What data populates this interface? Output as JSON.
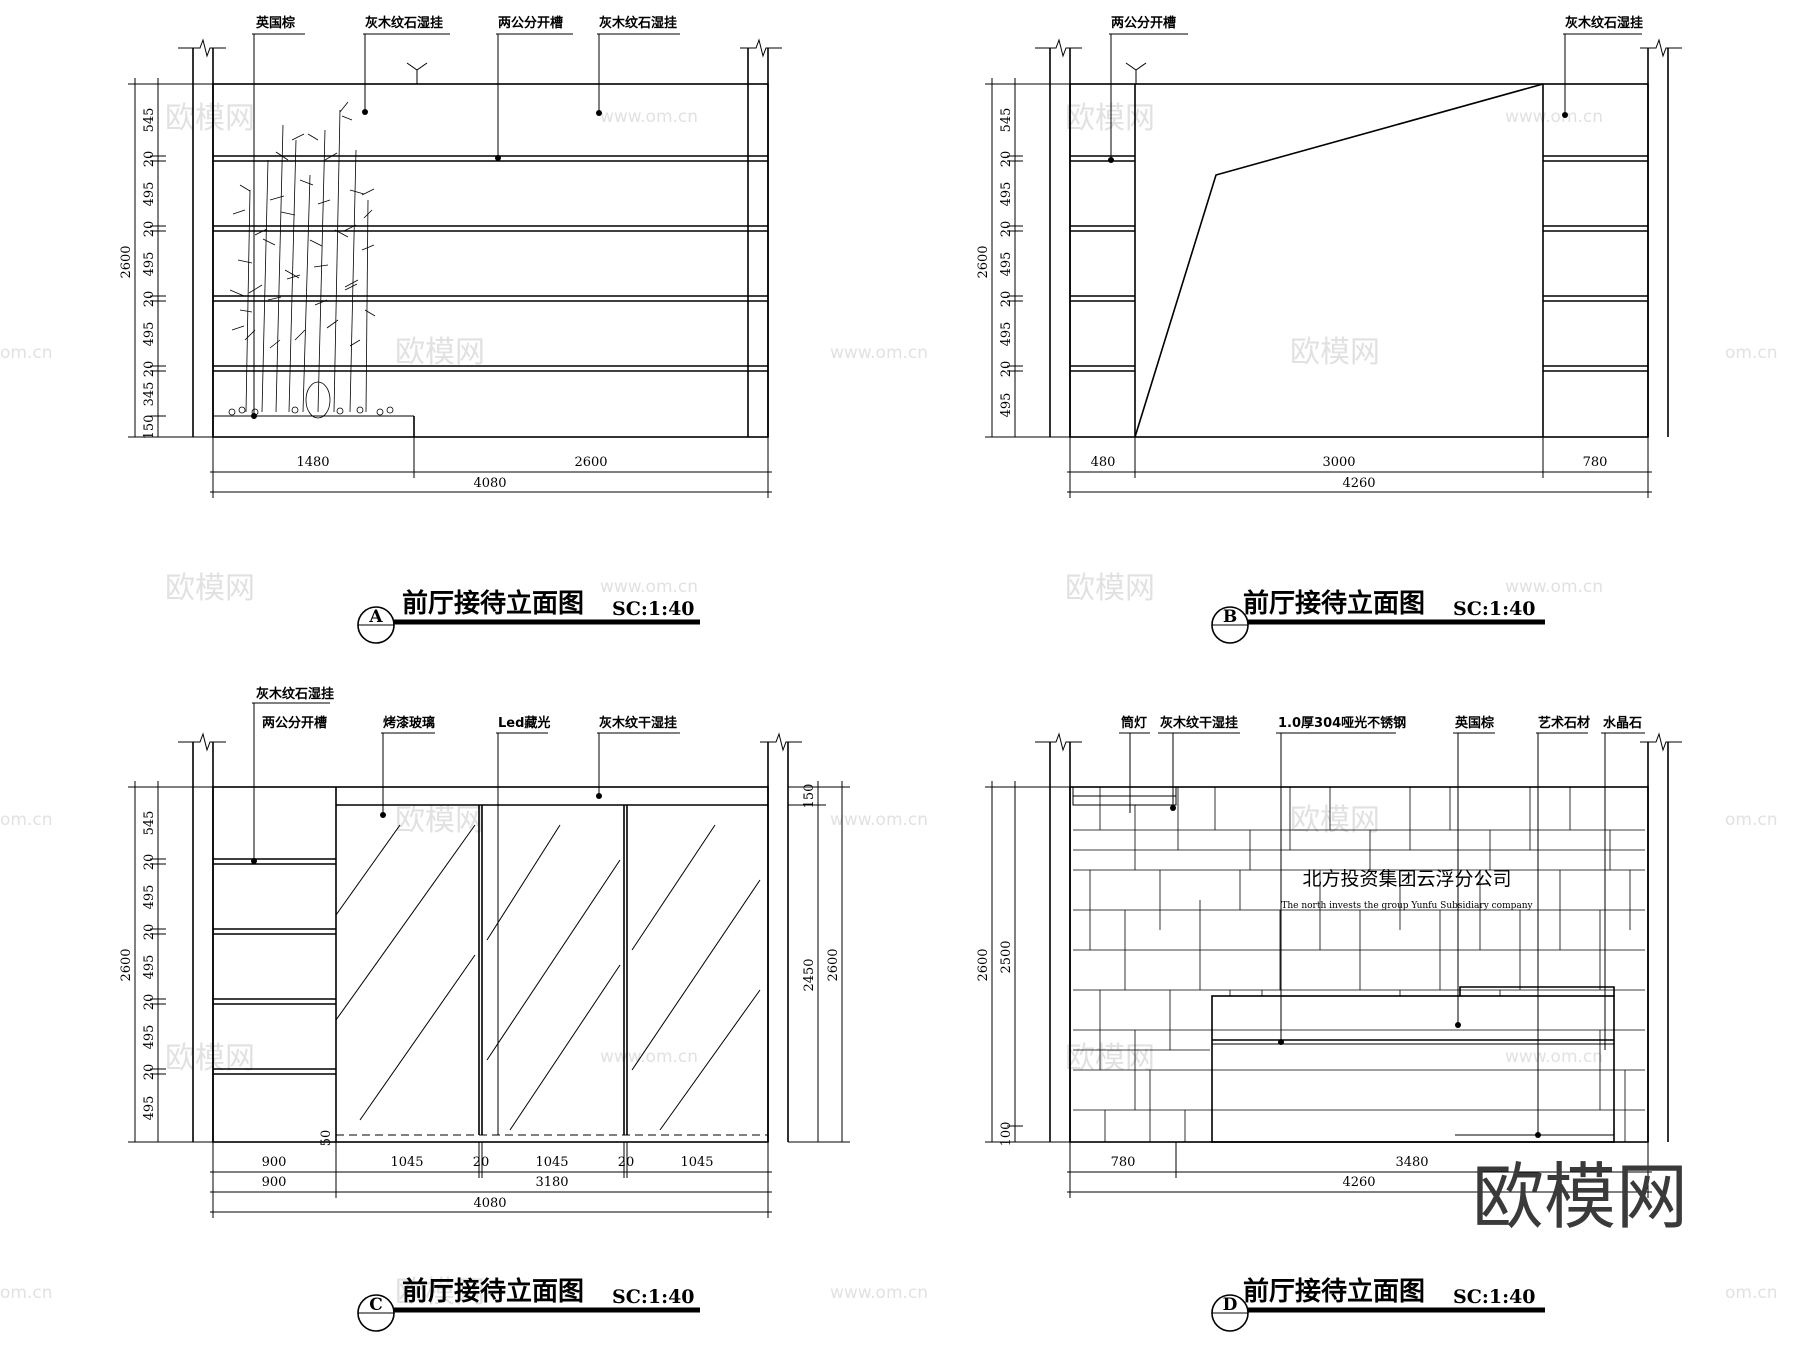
{
  "watermark": {
    "brand": "欧模网",
    "url": "www.om.cn",
    "url_short": "om.cn",
    "logo": "欧模网"
  },
  "elevations": [
    {
      "id": "A",
      "title": "前厅接待立面图",
      "scale": "SC:1:40",
      "labels": [
        "英国棕",
        "灰木纹石湿挂",
        "两公分开槽",
        "灰木纹石湿挂"
      ],
      "dims_vertical": [
        "545",
        "20",
        "495",
        "20",
        "495",
        "20",
        "495",
        "20",
        "345",
        "150"
      ],
      "dim_total_vertical": "2600",
      "dims_horizontal": [
        "1480",
        "2600"
      ],
      "dim_total_horizontal": "4080"
    },
    {
      "id": "B",
      "title": "前厅接待立面图",
      "scale": "SC:1:40",
      "labels": [
        "两公分开槽",
        "灰木纹石湿挂"
      ],
      "dims_vertical": [
        "545",
        "20",
        "495",
        "20",
        "495",
        "20",
        "495",
        "20",
        "495"
      ],
      "dim_total_vertical": "2600",
      "dims_horizontal": [
        "480",
        "3000",
        "780"
      ],
      "dim_total_horizontal": "4260"
    },
    {
      "id": "C",
      "title": "前厅接待立面图",
      "scale": "SC:1:40",
      "labels": [
        "灰木纹石湿挂",
        "两公分开槽",
        "烤漆玻璃",
        "Led藏光",
        "灰木纹干湿挂"
      ],
      "dims_vertical": [
        "545",
        "20",
        "495",
        "20",
        "495",
        "20",
        "495",
        "20",
        "495"
      ],
      "dim_total_vertical": "2600",
      "dims_right": [
        "150",
        "2450",
        "2600"
      ],
      "dim_bottom_small": "50",
      "dims_horizontal_1": [
        "900",
        "1045",
        "20",
        "1045",
        "20",
        "1045"
      ],
      "dims_horizontal_2": [
        "900",
        "3180"
      ],
      "dim_total_horizontal": "4080"
    },
    {
      "id": "D",
      "title": "前厅接待立面图",
      "scale": "SC:1:40",
      "labels": [
        "筒灯",
        "灰木纹干湿挂",
        "1.0厚304哑光不锈钢",
        "英国棕",
        "艺术石材",
        "水晶石"
      ],
      "company_cn": "北方投资集团云浮分公司",
      "company_en": "The north invests the group Yunfu Subsidiary company",
      "dims_vertical": [
        "2600",
        "2500",
        "100"
      ],
      "dims_horizontal": [
        "780",
        "3480"
      ],
      "dim_total_horizontal": "4260"
    }
  ]
}
